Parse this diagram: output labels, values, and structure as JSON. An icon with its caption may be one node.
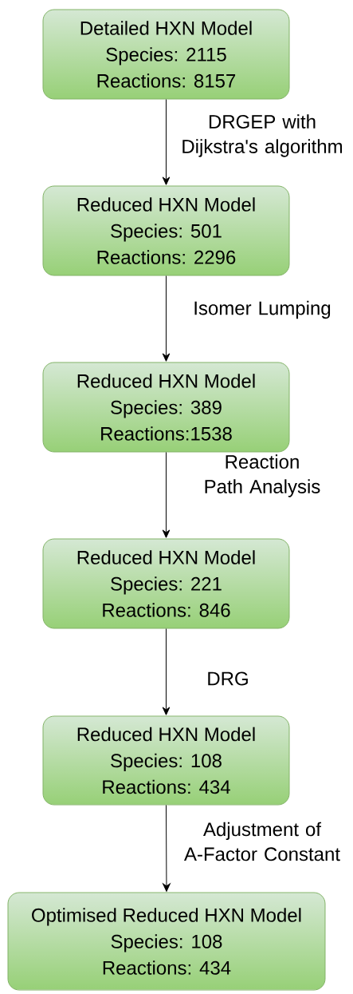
{
  "diagram": {
    "nodes": [
      {
        "text": [
          "Detailed HXN Model",
          "Species: 2115",
          "Reactions: 8157"
        ]
      },
      {
        "text": [
          "Reduced HXN Model",
          "Species: 501",
          "Reactions: 2296"
        ]
      },
      {
        "text": [
          "Reduced HXN Model",
          "Species: 389",
          "Reactions:1538"
        ]
      },
      {
        "text": [
          "Reduced HXN Model",
          "Species: 221",
          "Reactions: 846"
        ]
      },
      {
        "text": [
          "Reduced HXN Model",
          "Species: 108",
          "Reactions: 434"
        ]
      },
      {
        "text": [
          "Optimised Reduced HXN Model",
          "Species: 108",
          "Reactions: 434"
        ]
      }
    ],
    "edges": [
      {
        "from": 0,
        "to": 1,
        "arrow": "to",
        "label": "DRGEP with Dijkstra's algorithm"
      },
      {
        "from": 1,
        "to": 2,
        "arrow": "to",
        "label": "Isomer Lumping"
      },
      {
        "from": 2,
        "to": 3,
        "arrow": "to",
        "label": "Reaction Path Analysis"
      },
      {
        "from": 3,
        "to": 4,
        "arrow": "to",
        "label": "DRG"
      },
      {
        "from": 4,
        "to": 5,
        "arrow": "to",
        "label": "Adjustment of A-Factor Constant"
      }
    ]
  }
}
